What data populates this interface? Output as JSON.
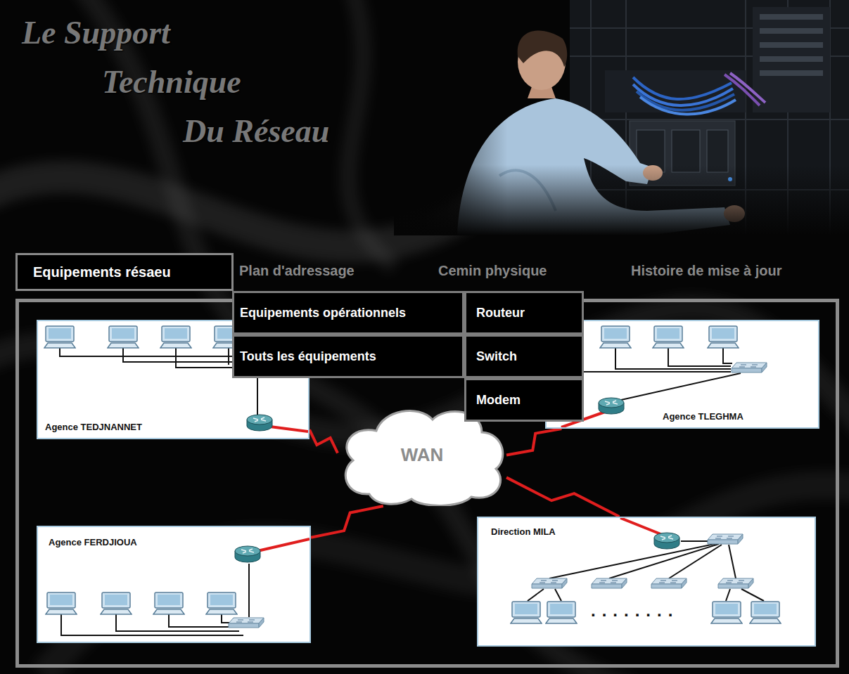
{
  "diagram": {
    "title": "Le Support Technique Du Réseau",
    "nodes": [
      {
        "text": [
          "Equipements résaeu"
        ]
      },
      {
        "text": [
          "Equipements opérationnels"
        ]
      },
      {
        "text": [
          "Routeur"
        ]
      },
      {
        "text": [
          "Touts les équipements"
        ]
      },
      {
        "text": [
          "Switch"
        ]
      },
      {
        "text": [
          "Modem"
        ]
      },
      {
        "text": [
          "Agence TEDJNANNET"
        ]
      },
      {
        "text": [
          "Agence TLEGHMA"
        ]
      },
      {
        "text": [
          "WAN"
        ]
      },
      {
        "text": [
          "Agence FERDJIOUA"
        ]
      },
      {
        "text": [
          "Direction MILA"
        ]
      }
    ],
    "edges": [
      {
        "from": 6,
        "to": 8,
        "arrow": "none"
      },
      {
        "from": 7,
        "to": 8,
        "arrow": "none"
      },
      {
        "from": 9,
        "to": 8,
        "arrow": "none"
      },
      {
        "from": 10,
        "to": 8,
        "arrow": "none"
      }
    ],
    "labels": [
      "Plan d'adressage",
      "Cemin physique",
      "Histoire de mise à jour",
      "........"
    ]
  }
}
